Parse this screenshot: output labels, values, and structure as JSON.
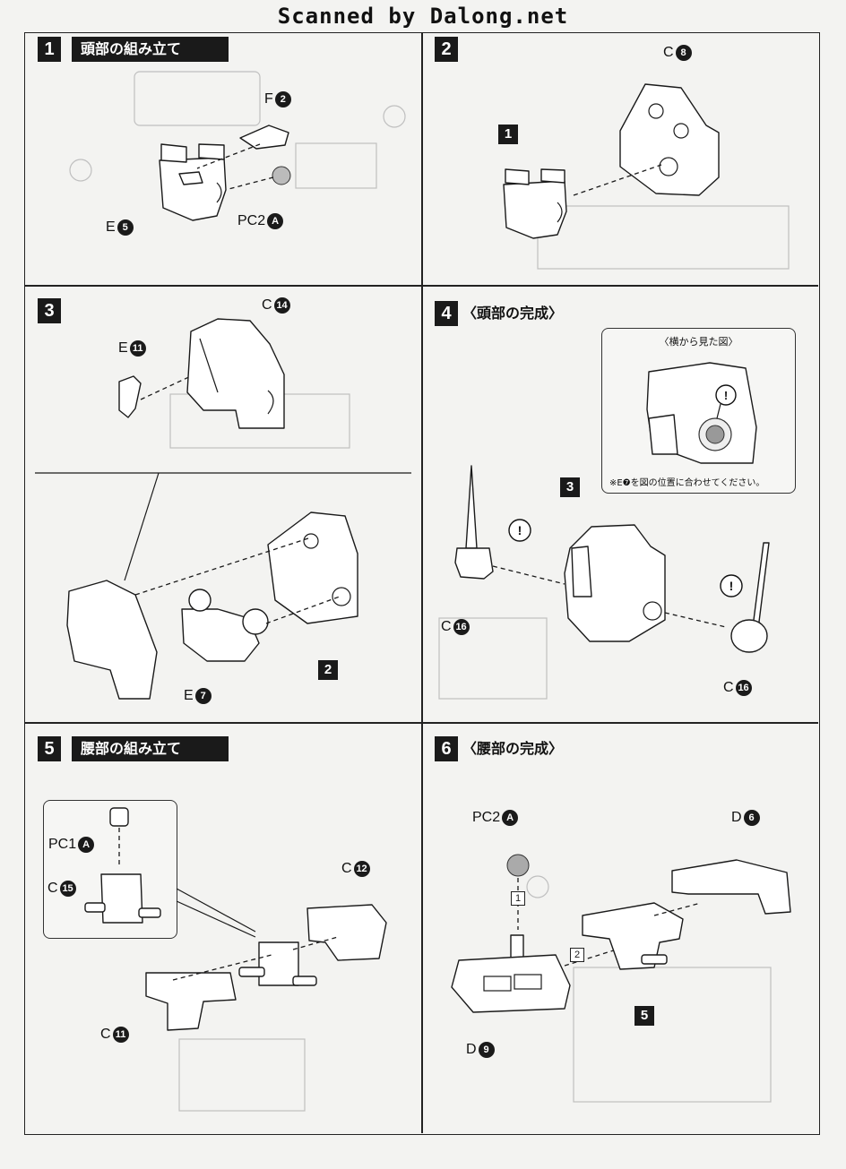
{
  "watermark": "Scanned by Dalong.net",
  "steps": [
    {
      "num": "1",
      "title": "頭部の組み立て"
    },
    {
      "num": "2",
      "title": ""
    },
    {
      "num": "3",
      "title": ""
    },
    {
      "num": "4",
      "title": "〈頭部の完成〉"
    },
    {
      "num": "5",
      "title": "腰部の組み立て"
    },
    {
      "num": "6",
      "title": "〈腰部の完成〉"
    }
  ],
  "step1": {
    "parts": [
      {
        "letter": "F",
        "num": "2"
      },
      {
        "letter": "PC2",
        "num": "A"
      },
      {
        "letter": "E",
        "num": "5"
      }
    ]
  },
  "step2": {
    "parts": [
      {
        "letter": "C",
        "num": "8"
      }
    ],
    "ref": "1"
  },
  "step3": {
    "parts": [
      {
        "letter": "E",
        "num": "11"
      },
      {
        "letter": "C",
        "num": "14"
      },
      {
        "letter": "E",
        "num": "7"
      }
    ],
    "ref": "2"
  },
  "step4": {
    "callout_title": "〈横から見た図〉",
    "callout_note": "※E❼を図の位置に合わせてください。",
    "ref": "3",
    "parts": [
      {
        "letter": "C",
        "num": "16"
      },
      {
        "letter": "C",
        "num": "16"
      }
    ],
    "caution_mark": "!"
  },
  "step5": {
    "parts": [
      {
        "letter": "PC1",
        "num": "A"
      },
      {
        "letter": "C",
        "num": "15"
      },
      {
        "letter": "C",
        "num": "12"
      },
      {
        "letter": "C",
        "num": "11"
      }
    ]
  },
  "step6": {
    "parts": [
      {
        "letter": "PC2",
        "num": "A"
      },
      {
        "letter": "D",
        "num": "6"
      },
      {
        "letter": "D",
        "num": "9"
      }
    ],
    "order": [
      "1",
      "2"
    ],
    "ref": "5"
  }
}
